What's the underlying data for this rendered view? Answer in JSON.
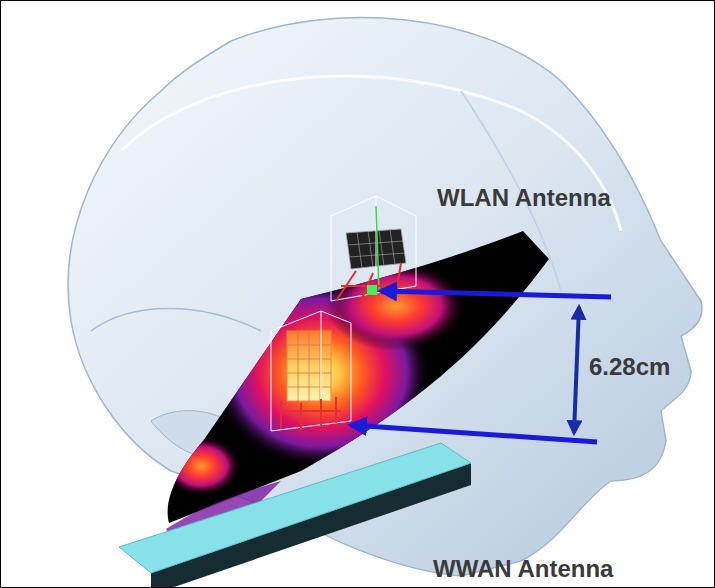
{
  "diagram": {
    "labels": [
      "WLAN Antenna",
      "6.28cm",
      "WWAN Antenna"
    ]
  }
}
